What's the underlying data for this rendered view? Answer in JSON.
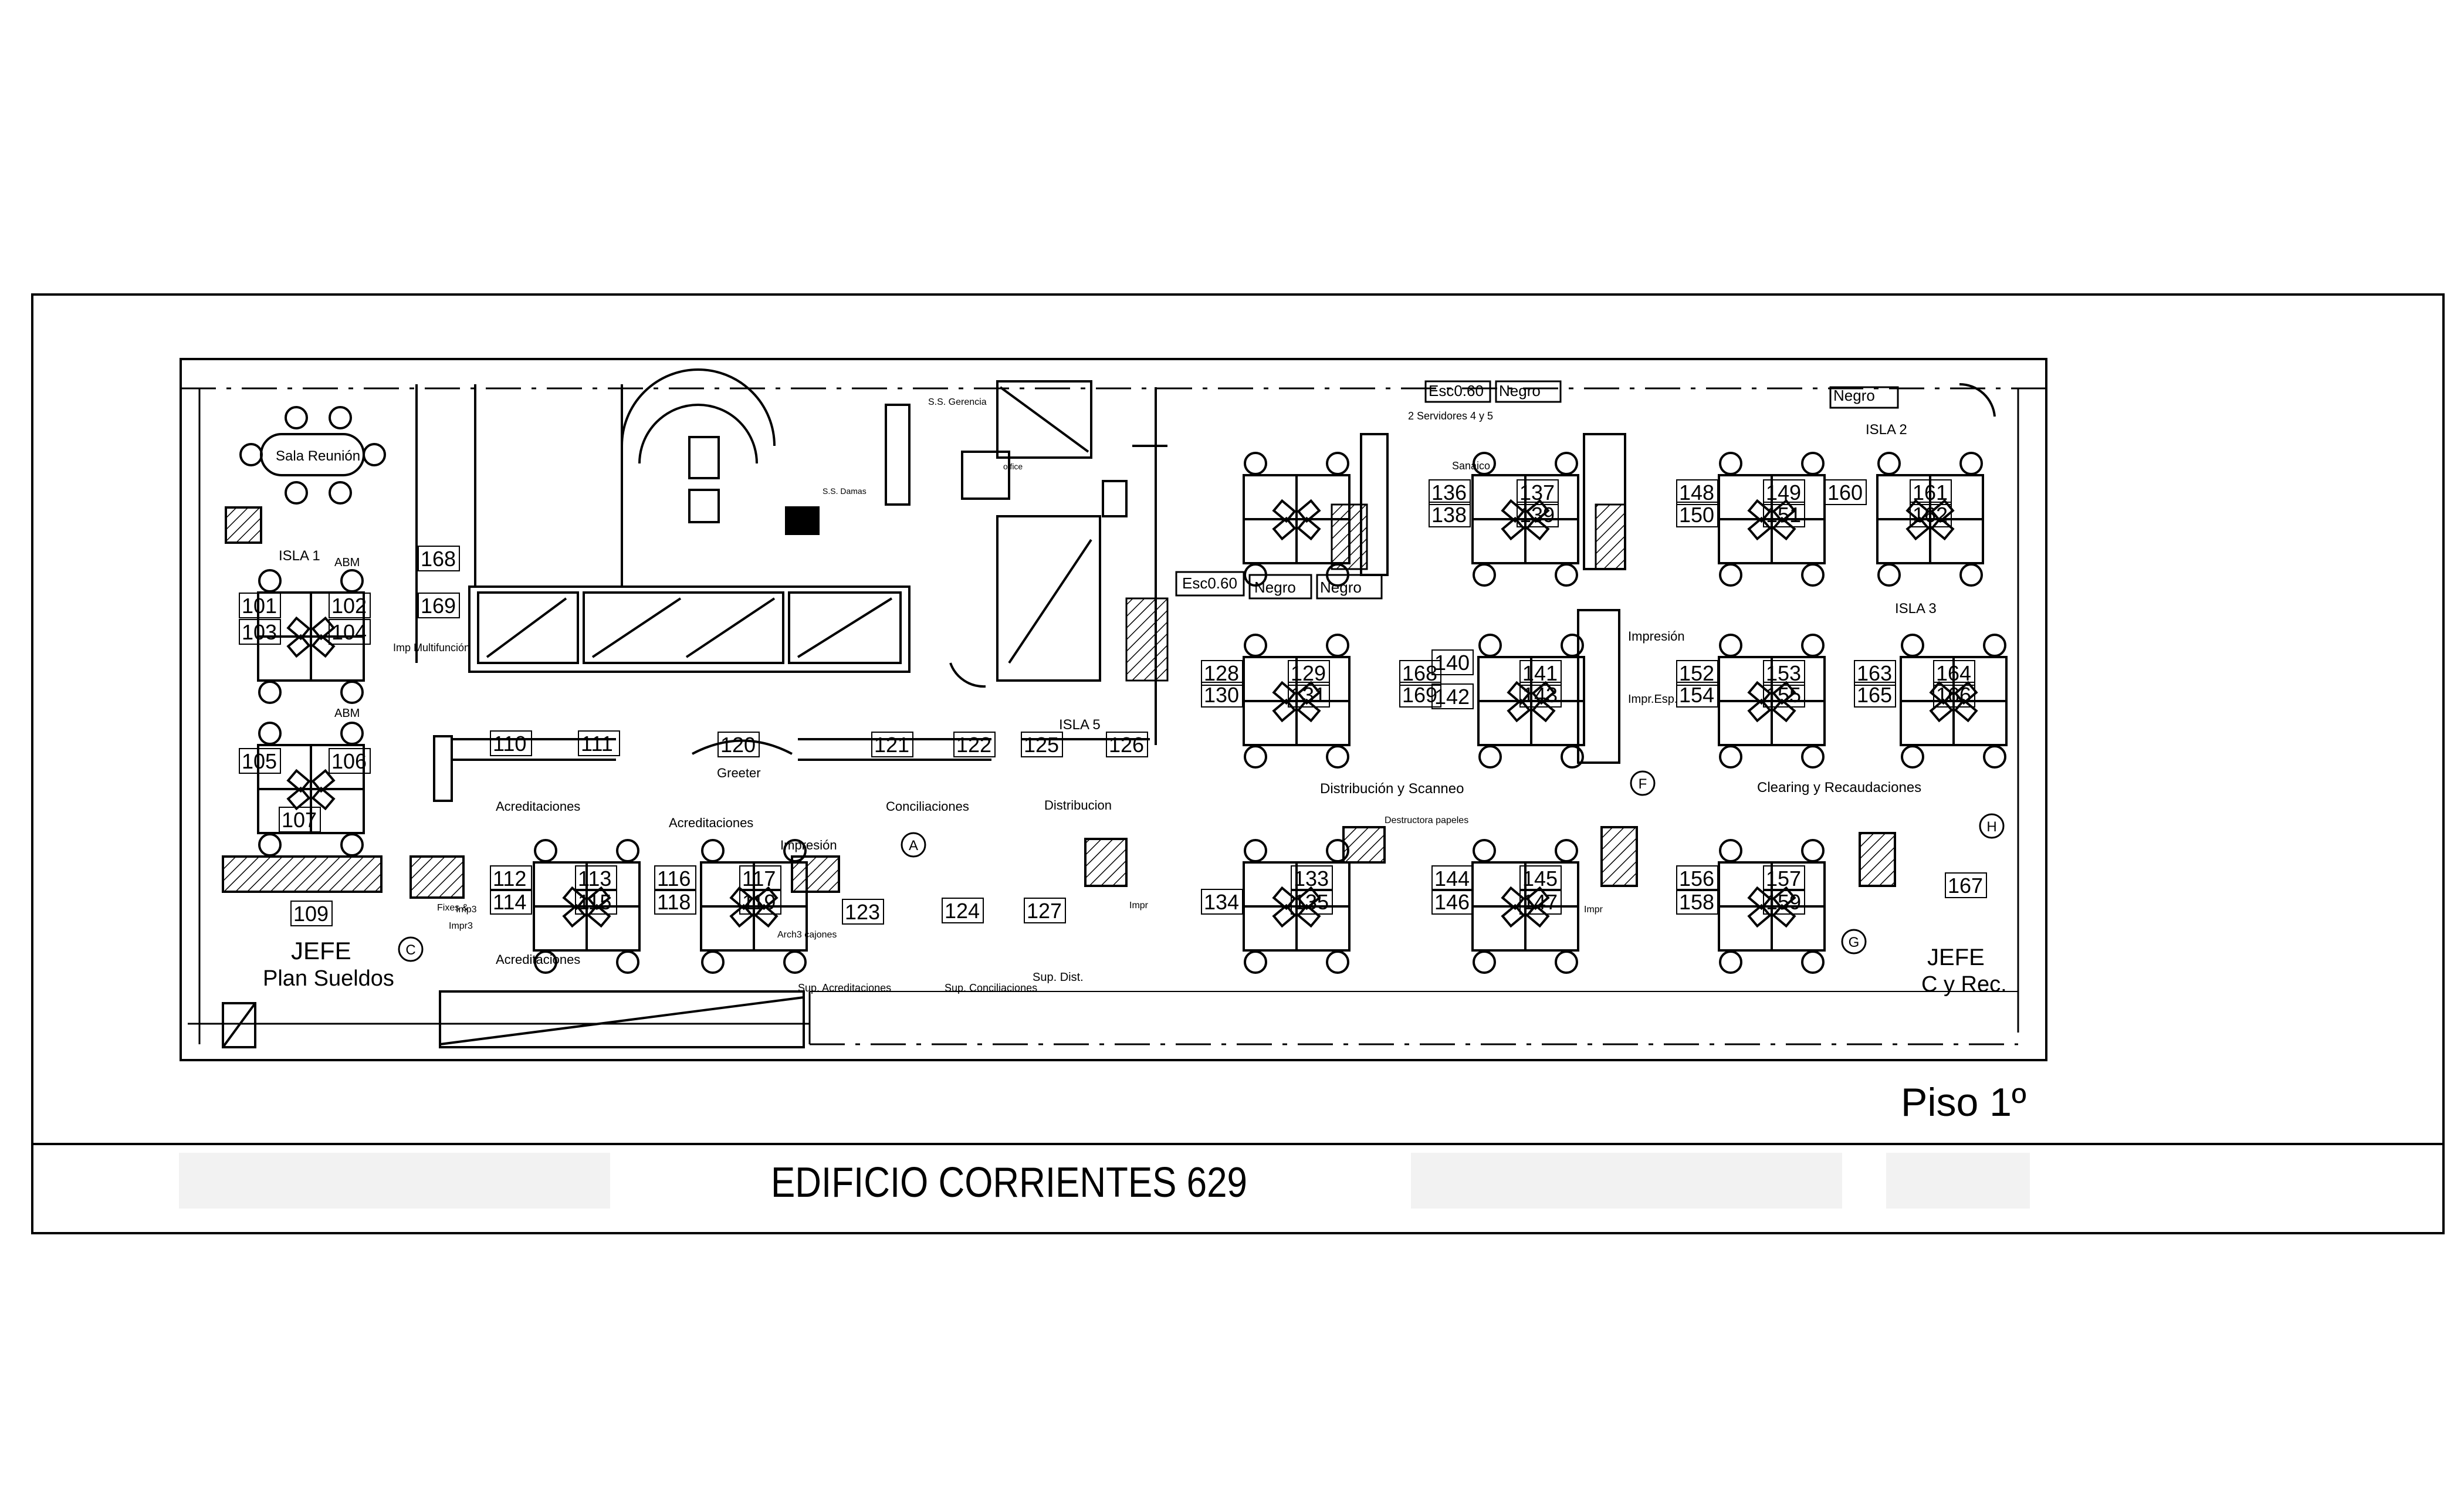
{
  "sheet": {
    "building_name": "EDIFICIO CORRIENTES 629",
    "floor_label": "Piso 1º"
  },
  "rooms": {
    "meeting_room": "Sala Reunión",
    "greeter": "Greeter",
    "ss_gerencia": "S.S. Gerencia",
    "office_small": "office",
    "ss_damas": "S.S. Damas",
    "esc_left": "Esc0.60",
    "negro_left_1": "Negro",
    "negro_left_2": "Negro",
    "esc_top": "Esc0.60",
    "negro_top": "Negro",
    "negro_right": "Negro",
    "servidores": "2 Servidores 4 y 5",
    "sanaico": "Sanaico",
    "jefe_plan_title": "JEFE",
    "jefe_plan_sub": "Plan Sueldos",
    "jefe_cyrec_title": "JEFE",
    "jefe_cyrec_sub": "C y Rec."
  },
  "zones": [
    {
      "label": "ISLA 1"
    },
    {
      "label": "ISLA 2"
    },
    {
      "label": "ISLA 3"
    },
    {
      "label": "ISLA 5"
    },
    {
      "label": "ABM"
    },
    {
      "label": "ABM"
    },
    {
      "label": "Acreditaciones"
    },
    {
      "label": "Acreditaciones"
    },
    {
      "label": "Acreditaciones"
    },
    {
      "label": "Conciliaciones"
    },
    {
      "label": "Distribucion"
    },
    {
      "label": "Distribución y Scanneo"
    },
    {
      "label": "Clearing y Recaudaciones"
    },
    {
      "label": "Impresión"
    },
    {
      "label": "Impresión"
    },
    {
      "label": "Impr.Esp."
    },
    {
      "label": "Imp Multifunción"
    },
    {
      "label": "Destructora papeles"
    },
    {
      "label": "Arch3 cajones"
    },
    {
      "label": "Sup. Acreditaciones"
    },
    {
      "label": "Sup. Conciliaciones"
    },
    {
      "label": "Sup. Dist."
    },
    {
      "label": "Impr"
    },
    {
      "label": "Impr"
    },
    {
      "label": "Impr3"
    },
    {
      "label": "Imp3"
    },
    {
      "label": "Fixes &"
    }
  ],
  "markers": [
    {
      "label": "A"
    },
    {
      "label": "C"
    },
    {
      "label": "F"
    },
    {
      "label": "G"
    },
    {
      "label": "H"
    }
  ],
  "desks": [
    {
      "id": "101"
    },
    {
      "id": "102"
    },
    {
      "id": "103"
    },
    {
      "id": "104"
    },
    {
      "id": "105"
    },
    {
      "id": "106"
    },
    {
      "id": "107"
    },
    {
      "id": "109"
    },
    {
      "id": "110"
    },
    {
      "id": "111"
    },
    {
      "id": "112"
    },
    {
      "id": "113"
    },
    {
      "id": "114"
    },
    {
      "id": "115"
    },
    {
      "id": "116"
    },
    {
      "id": "117"
    },
    {
      "id": "118"
    },
    {
      "id": "119"
    },
    {
      "id": "120"
    },
    {
      "id": "121"
    },
    {
      "id": "122"
    },
    {
      "id": "123"
    },
    {
      "id": "124"
    },
    {
      "id": "125"
    },
    {
      "id": "126"
    },
    {
      "id": "127"
    },
    {
      "id": "128"
    },
    {
      "id": "129"
    },
    {
      "id": "130"
    },
    {
      "id": "131"
    },
    {
      "id": "133"
    },
    {
      "id": "134"
    },
    {
      "id": "135"
    },
    {
      "id": "136"
    },
    {
      "id": "137"
    },
    {
      "id": "138"
    },
    {
      "id": "139"
    },
    {
      "id": "140"
    },
    {
      "id": "141"
    },
    {
      "id": "142"
    },
    {
      "id": "143"
    },
    {
      "id": "144"
    },
    {
      "id": "145"
    },
    {
      "id": "146"
    },
    {
      "id": "147"
    },
    {
      "id": "148"
    },
    {
      "id": "149"
    },
    {
      "id": "150"
    },
    {
      "id": "151"
    },
    {
      "id": "152"
    },
    {
      "id": "153"
    },
    {
      "id": "154"
    },
    {
      "id": "155"
    },
    {
      "id": "156"
    },
    {
      "id": "157"
    },
    {
      "id": "158"
    },
    {
      "id": "159"
    },
    {
      "id": "160"
    },
    {
      "id": "161"
    },
    {
      "id": "162"
    },
    {
      "id": "163"
    },
    {
      "id": "164"
    },
    {
      "id": "165"
    },
    {
      "id": "166"
    },
    {
      "id": "167"
    },
    {
      "id": "168"
    },
    {
      "id": "169"
    },
    {
      "id": "168"
    },
    {
      "id": "169"
    }
  ],
  "colors": {
    "ink": "#000000",
    "paper": "#ffffff",
    "title_block": "#f2f2f2"
  }
}
